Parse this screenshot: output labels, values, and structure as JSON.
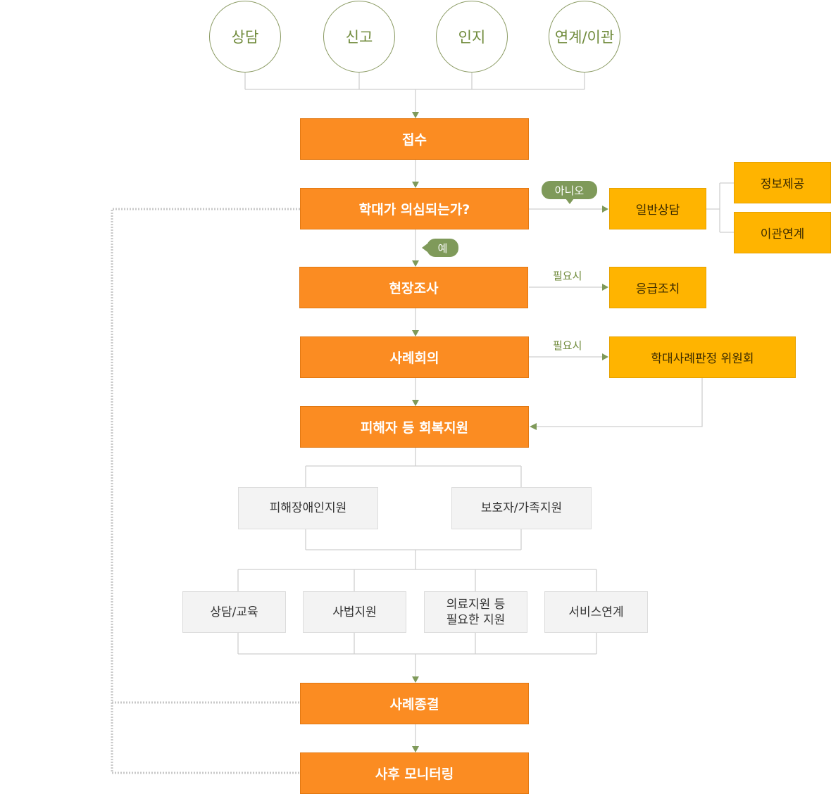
{
  "sources": [
    "상담",
    "신고",
    "인지",
    "연계/이관"
  ],
  "steps": {
    "intake": "접수",
    "question": "학대가 의심되는가?",
    "investigation": "현장조사",
    "case_meeting": "사례회의",
    "recovery": "피해자 등 회복지원",
    "closure": "사례종결",
    "monitoring": "사후 모니터링"
  },
  "branches": {
    "no_label": "아니오",
    "yes_label": "예",
    "general_consult": "일반상담",
    "info_provide": "정보제공",
    "transfer_link": "이관연계",
    "if_needed_1": "필요시",
    "emergency": "응급조치",
    "if_needed_2": "필요시",
    "committee": "학대사례판정 위원회"
  },
  "support_types": [
    "피해장애인지원",
    "보호자/가족지원"
  ],
  "services": [
    "상담/교육",
    "사법지원",
    "의료지원 등\n필요한 지원",
    "서비스연계"
  ],
  "colors": {
    "orange": "#fb8c22",
    "yellow": "#ffb400",
    "gray_box": "#f3f3f3",
    "green_accent": "#7f9a5a",
    "circle_text": "#6f8a3a"
  }
}
